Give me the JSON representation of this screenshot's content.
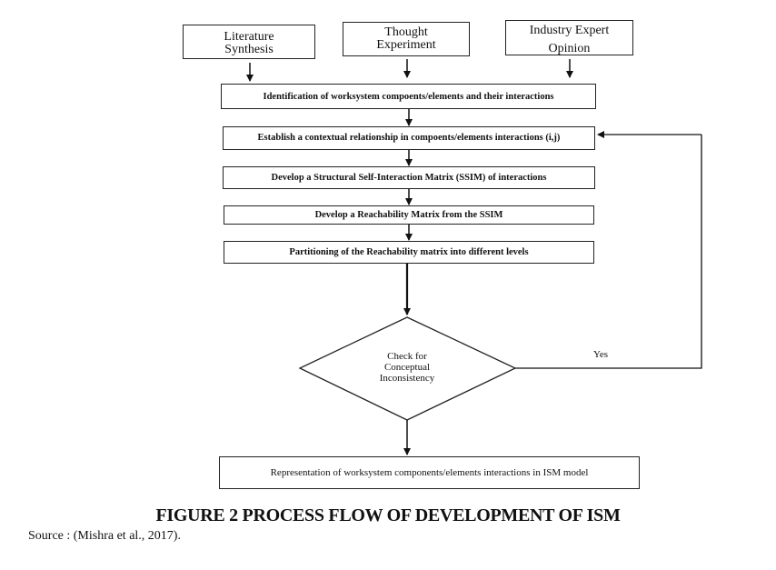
{
  "sources": [
    {
      "label_line1": "Literature",
      "label_line2": "Synthesis"
    },
    {
      "label_line1": "Thought",
      "label_line2": "Experiment"
    },
    {
      "label_line1": "Industry Expert",
      "label_line2": "Opinion"
    }
  ],
  "steps": [
    "Identification of worksystem compoents/elements and their interactions",
    "Establish a contextual relationship in compoents/elements interactions  (i,j)",
    "Develop a Structural Self-Interaction Matrix (SSIM) of  interactions",
    "Develop a Reachability Matrix from the SSIM",
    "Partitioning of the Reachability matrix into different levels"
  ],
  "decision": {
    "line1": "Check for",
    "line2": "Conceptual",
    "line3": "Inconsistency"
  },
  "yes_label": "Yes",
  "final_step": "Representation of worksystem components/elements interactions in ISM model",
  "caption": "FIGURE 2 PROCESS FLOW OF DEVELOPMENT OF ISM",
  "source_note": "Source : (Mishra et al., 2017)."
}
